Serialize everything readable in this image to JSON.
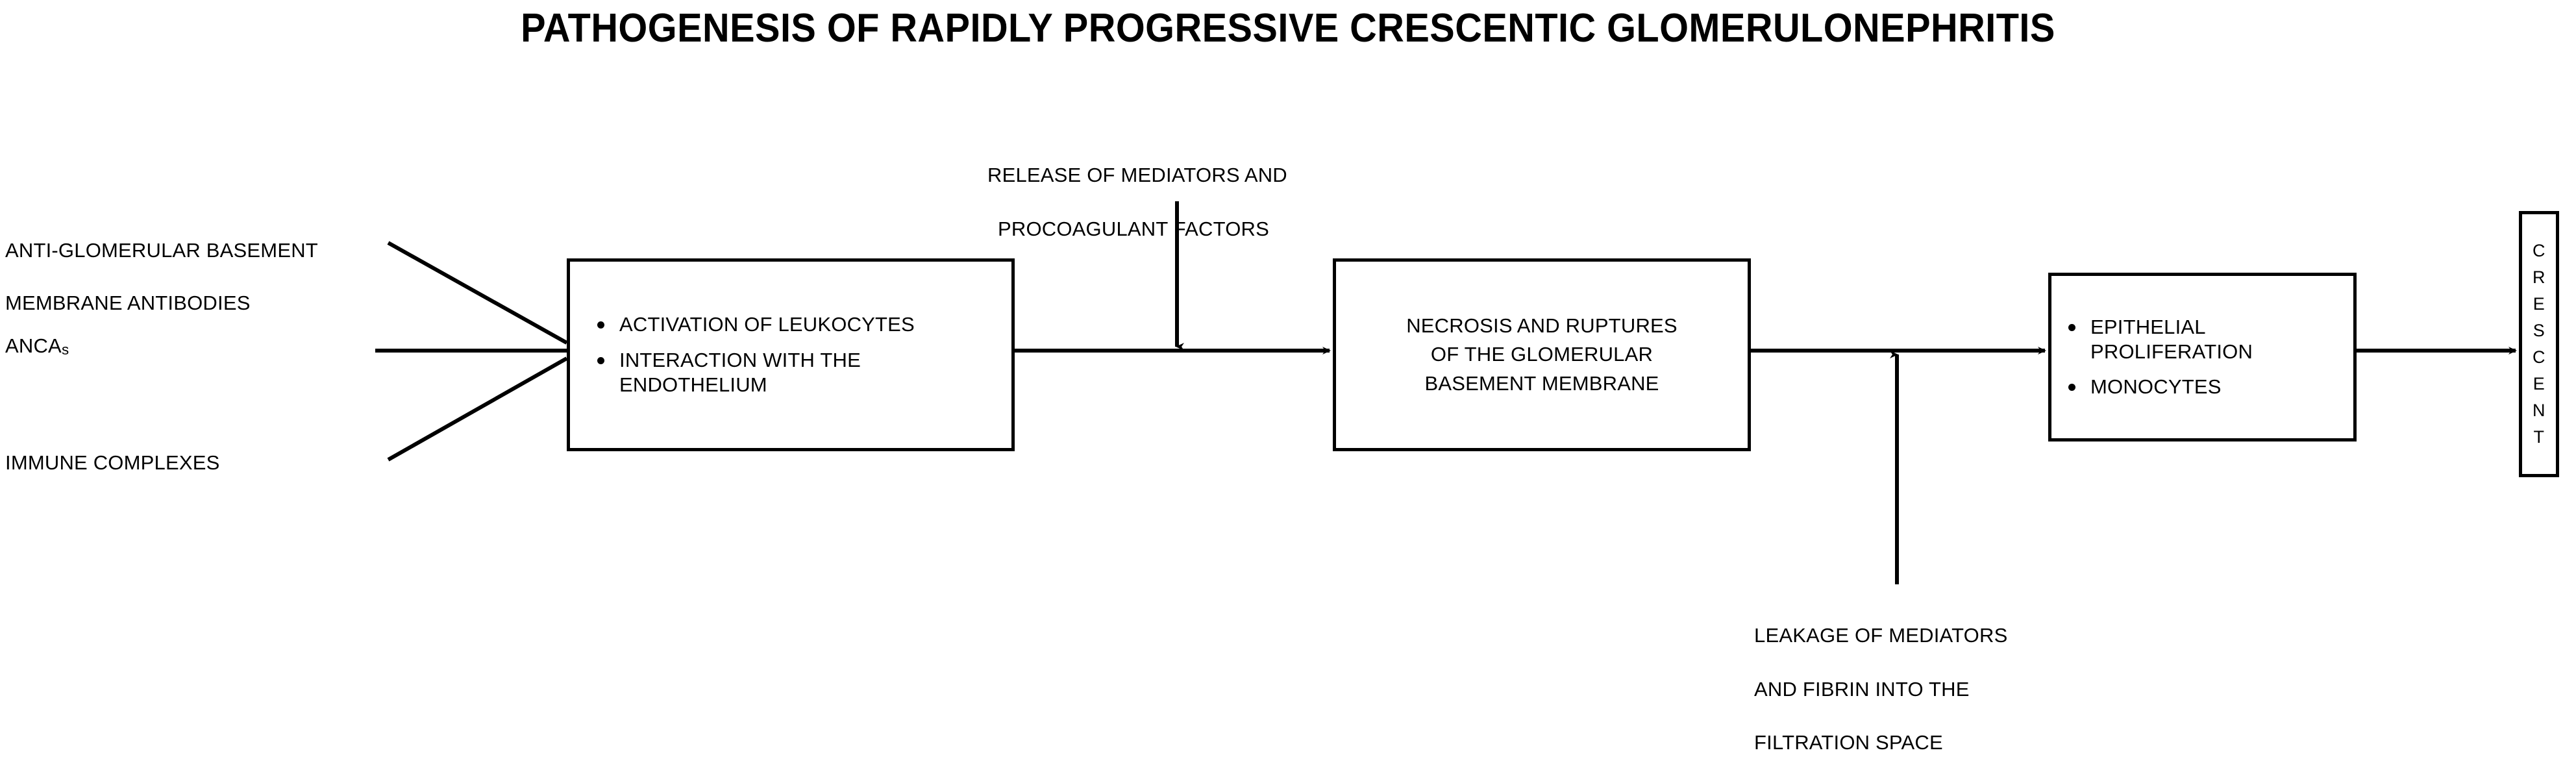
{
  "title": "PATHOGENESIS OF RAPIDLY PROGRESSIVE CRESCENTIC GLOMERULONEPHRITIS",
  "colors": {
    "stroke": "#000000",
    "background": "#ffffff",
    "text": "#000000"
  },
  "inputs": [
    {
      "id": "anti-gbm-antibodies",
      "line1": "ANTI-GLOMERULAR BASEMENT",
      "line2": "MEMBRANE ANTIBODIES"
    },
    {
      "id": "ancas",
      "base": "ANCA",
      "suffix": "s"
    },
    {
      "id": "immune-complexes",
      "line1": "IMMUNE COMPLEXES",
      "line2": ""
    }
  ],
  "annotations": {
    "top": {
      "id": "release-of-mediators",
      "line1": "RELEASE OF MEDIATORS AND",
      "line2": "PROCOAGULANT FACTORS"
    },
    "bottom": {
      "id": "leakage-of-mediators",
      "line1": "LEAKAGE OF MEDIATORS",
      "line2": "AND FIBRIN INTO THE",
      "line3": "FILTRATION SPACE"
    }
  },
  "stages": [
    {
      "id": "stage-activation",
      "kind": "bullets",
      "items": [
        "ACTIVATION OF LEUKOCYTES",
        "INTERACTION WITH THE ENDOTHELIUM"
      ]
    },
    {
      "id": "stage-necrosis",
      "kind": "centered",
      "lines": [
        "NECROSIS AND RUPTURES",
        "OF THE GLOMERULAR",
        "BASEMENT MEMBRANE"
      ]
    },
    {
      "id": "stage-proliferation",
      "kind": "bullets",
      "items": [
        "EPITHELIAL PROLIFERATION",
        "MONOCYTES"
      ]
    }
  ],
  "outcome": {
    "id": "crescent",
    "word": "CRESCENT",
    "letters": [
      "C",
      "R",
      "E",
      "S",
      "C",
      "E",
      "N",
      "T"
    ]
  }
}
